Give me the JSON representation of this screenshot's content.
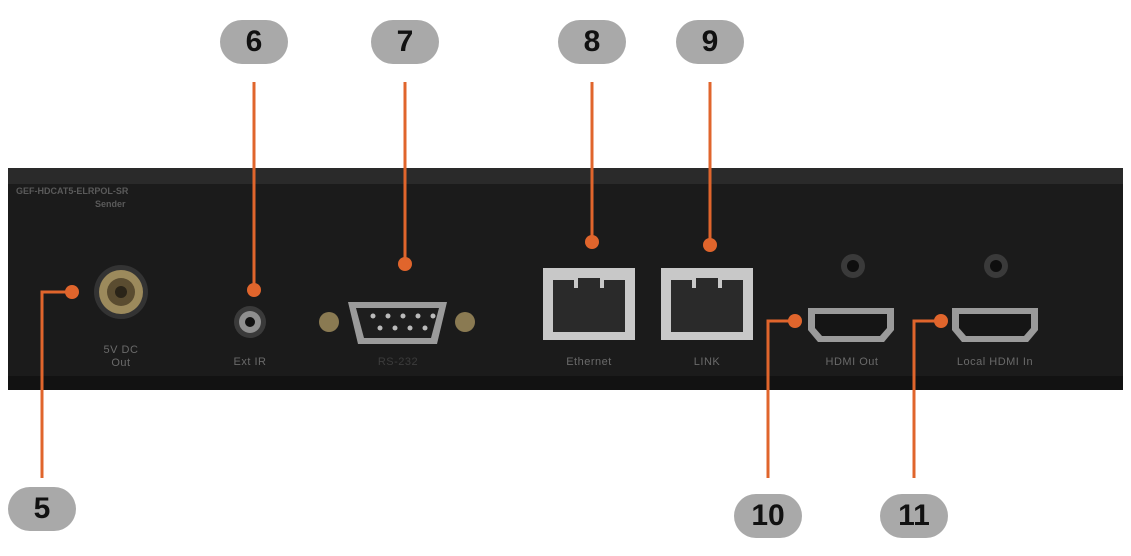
{
  "device": {
    "model": "GEF-HDCAT5-ELRPOL-SR",
    "sublabel": "Sender"
  },
  "ports": {
    "power": "5V DC\nOut",
    "ext_ir": "Ext IR",
    "rs232": "RS-232",
    "ethernet": "Ethernet",
    "link": "LINK",
    "hdmi_out": "HDMI Out",
    "local_hdmi_in": "Local HDMI In"
  },
  "callouts": [
    "5",
    "6",
    "7",
    "8",
    "9",
    "10",
    "11"
  ],
  "colors": {
    "leader": "#e0652c",
    "panel": "#1c1c1c",
    "badge": "#a9a9a9"
  }
}
